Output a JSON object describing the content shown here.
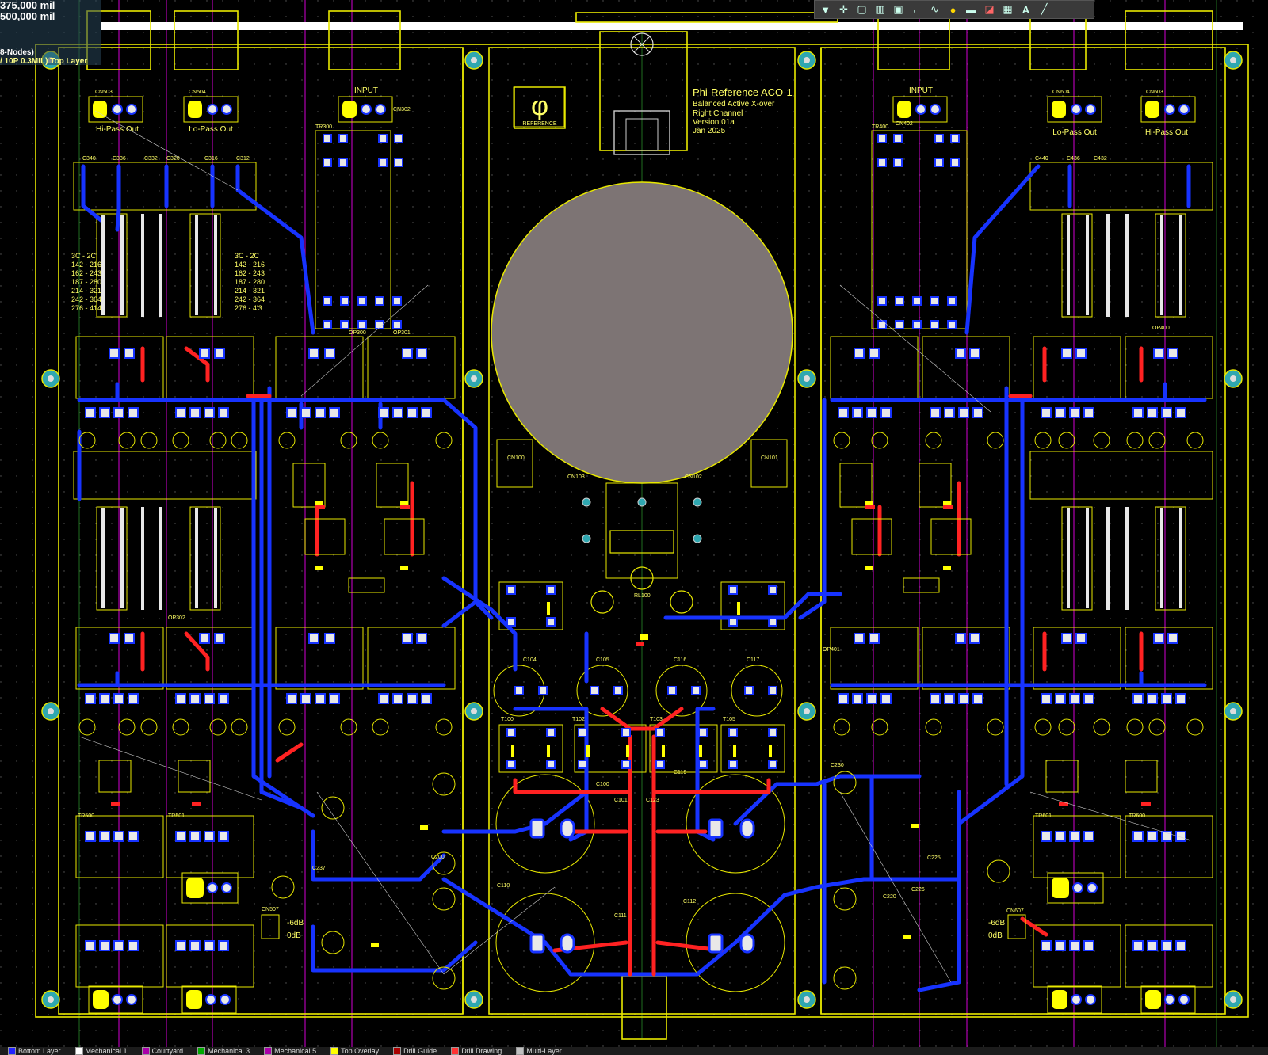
{
  "coords": {
    "x": "375,000 mil",
    "y": "500,000 mil",
    "net": "8-Nodes)",
    "layer": "/ 10P 0.3MIL) Top Layer"
  },
  "toolbar": [
    "filter-icon",
    "cross-icon",
    "rect-select-icon",
    "bar-chart-icon",
    "chip-icon",
    "route-icon",
    "curve-icon",
    "pin-icon",
    "pad-icon",
    "box-icon",
    "text-icon",
    "line-icon"
  ],
  "board": {
    "title": "Phi-Reference ACO-1",
    "subtitle": "Balanced Active X-over",
    "channel": "Right Channel",
    "version": "Version 01a",
    "date": "Jan 2025",
    "logo_text": "REFERENCE"
  },
  "connectors": {
    "left_hp": "Hi-Pass Out",
    "left_lp": "Lo-Pass Out",
    "input_left": "INPUT",
    "input_right": "INPUT",
    "right_lp": "Lo-Pass Out",
    "right_hp": "Hi-Pass Out"
  },
  "attenuator_left": [
    "-6dB",
    "0dB"
  ],
  "attenuator_right": [
    "-6dB",
    "0dB"
  ],
  "freq_table_left": [
    "3C - 2C",
    "142 - 216",
    "162 - 243",
    "187 - 280",
    "214 - 321",
    "242 - 364",
    "276 - 414"
  ],
  "freq_table_right": [
    "3C - 2C",
    "142 - 216",
    "162 - 243",
    "187 - 280",
    "214 - 321",
    "242 - 364",
    "276 - 4'3"
  ],
  "designators": [
    "CN503",
    "CN504",
    "CN302",
    "CN402",
    "CN604",
    "CN603",
    "TR300",
    "TR400",
    "C340",
    "C336",
    "C332",
    "C320",
    "C316",
    "C312",
    "C440",
    "C436",
    "C432",
    "CN100",
    "CN101",
    "CN103",
    "CN102",
    "C100",
    "C101",
    "C110",
    "C111",
    "C112",
    "C123",
    "C119",
    "T100",
    "T102",
    "T103",
    "T105",
    "RL100",
    "C104",
    "C105",
    "C116",
    "C117",
    "OP300",
    "OP301",
    "OP302",
    "OP400",
    "OP401",
    "TR500",
    "TR501",
    "TR600",
    "TR601",
    "CN507",
    "CN607",
    "C200",
    "C220",
    "C225",
    "C226",
    "C230",
    "C237"
  ],
  "layers": [
    {
      "name": "Bottom Layer",
      "color": "#2222ff"
    },
    {
      "name": "Mechanical 1",
      "color": "#ffffff"
    },
    {
      "name": "Courtyard",
      "color": "#aa00aa"
    },
    {
      "name": "Mechanical 3",
      "color": "#00aa00"
    },
    {
      "name": "Mechanical 5",
      "color": "#aa00aa"
    },
    {
      "name": "Top Overlay",
      "color": "#ffff00"
    },
    {
      "name": "Drill Guide",
      "color": "#aa0000"
    },
    {
      "name": "Drill Drawing",
      "color": "#ff3333"
    },
    {
      "name": "Multi-Layer",
      "color": "#c0c0c0"
    }
  ]
}
